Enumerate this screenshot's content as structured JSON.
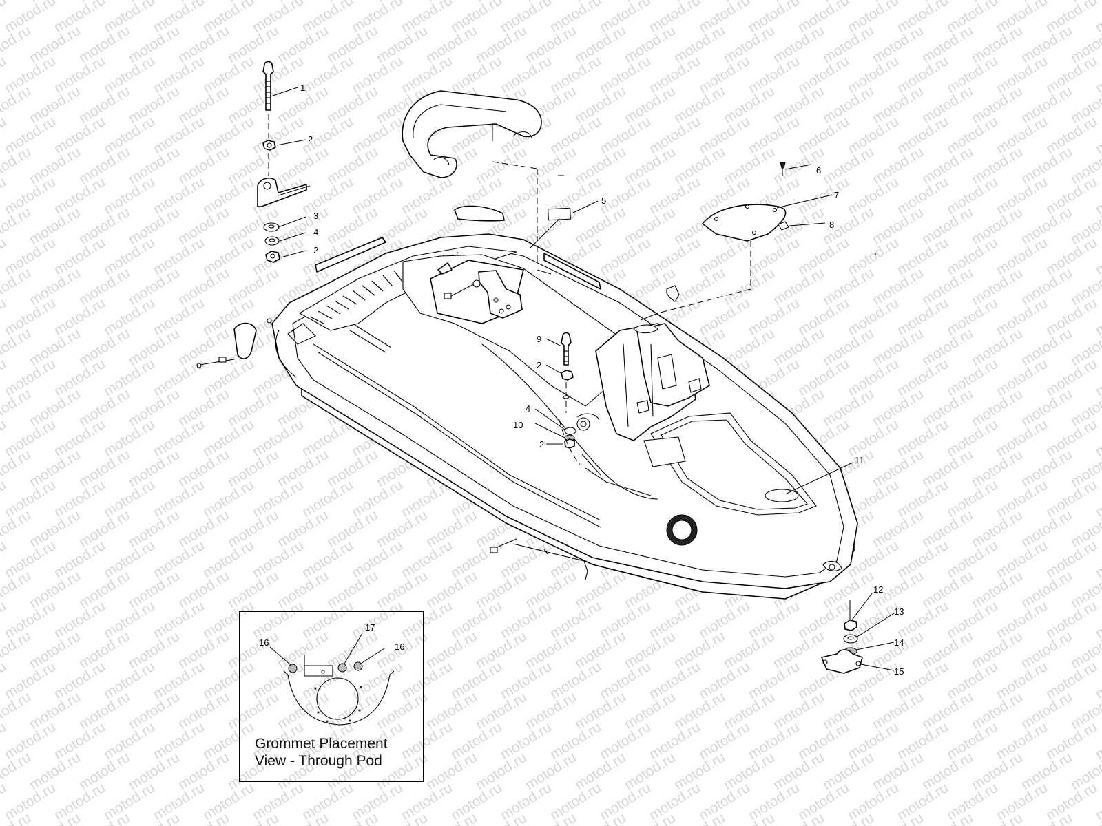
{
  "watermark": "motod.ru",
  "callouts": {
    "c1": "1",
    "c2a": "2",
    "c3": "3",
    "c4a": "4",
    "c2b": "2",
    "c5": "5",
    "c6": "6",
    "c7": "7",
    "c8": "8",
    "c9": "9",
    "c2c": "2",
    "c4b": "4",
    "c10": "10",
    "c2d": "2",
    "c11": "11",
    "c12": "12",
    "c13": "13",
    "c14": "14",
    "c15": "15",
    "c16a": "16",
    "c17": "17",
    "c16b": "16"
  },
  "inset": {
    "caption_line1": "Grommet Placement",
    "caption_line2": "View - Through Pod"
  }
}
